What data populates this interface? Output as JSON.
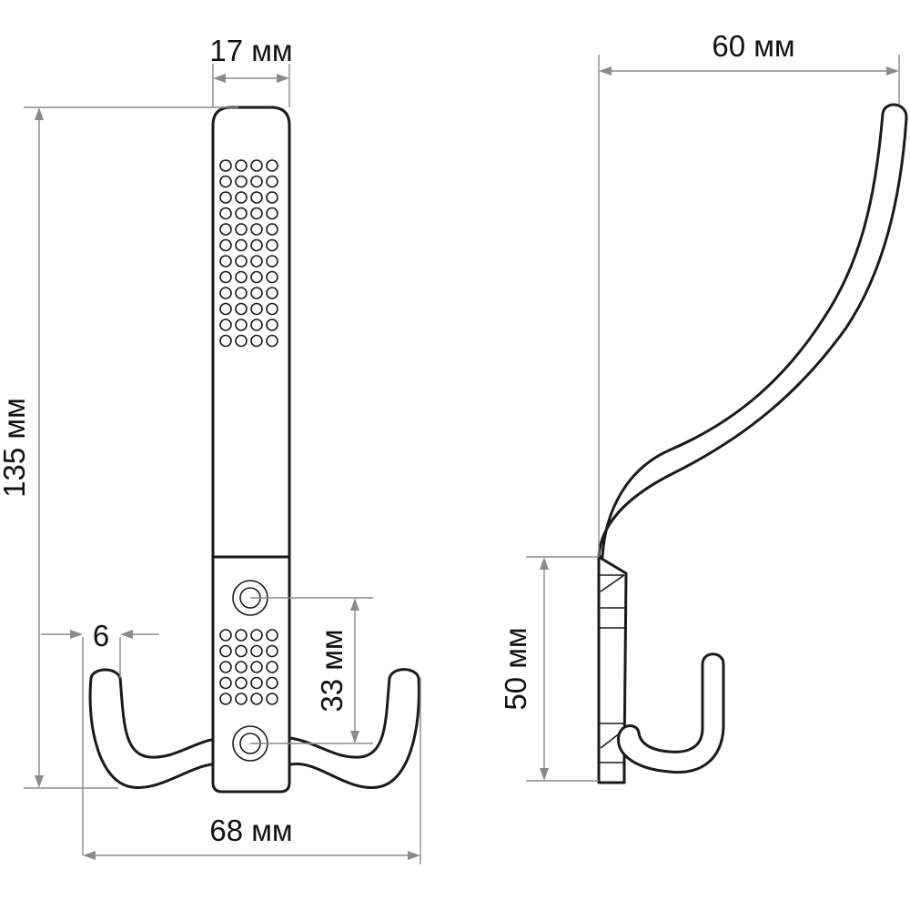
{
  "diagram": {
    "front_view": {
      "width_top_label": "17 мм",
      "height_label": "135 мм",
      "hook_gap_label": "6",
      "hole_spacing_label": "33 мм",
      "overall_width_label": "68 мм"
    },
    "side_view": {
      "depth_label": "60 мм",
      "lower_hook_label": "50 мм"
    },
    "colors": {
      "outline": "#1a1a1a",
      "dimension_line": "#8a8a8a",
      "text": "#111111",
      "background": "#ffffff"
    }
  }
}
